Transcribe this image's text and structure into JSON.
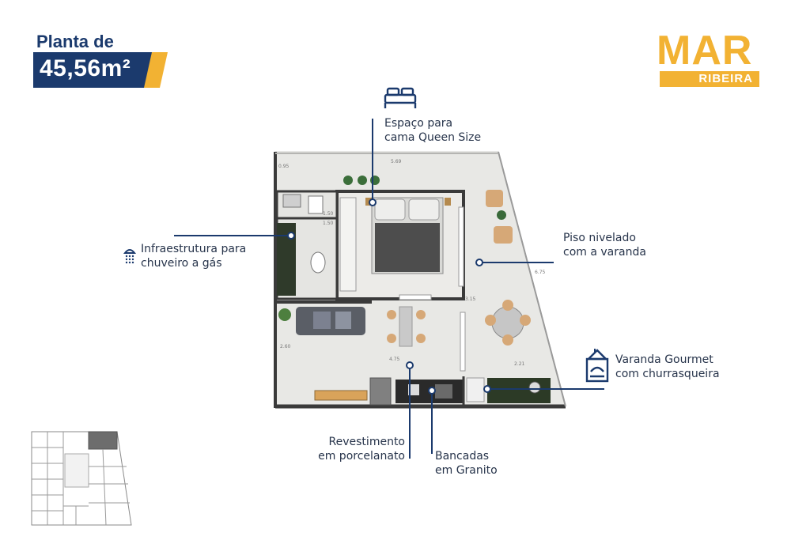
{
  "header": {
    "title": "Planta de",
    "area": "45,56m²"
  },
  "logo": {
    "main": "MAR",
    "sub": "RIBEIRA"
  },
  "colors": {
    "navy": "#1b3a6d",
    "gold": "#f2b233",
    "text": "#26334a",
    "floor": "#e6e6e3",
    "wall": "#3a3a3a"
  },
  "features": {
    "bed": {
      "line1": "Espaço para",
      "line2": "cama Queen Size",
      "icon": "bed-icon"
    },
    "shower": {
      "line1": "Infraestrutura para",
      "line2": "chuveiro a gás",
      "icon": "shower-icon"
    },
    "floor": {
      "line1": "Piso nivelado",
      "line2": "com a varanda"
    },
    "grill": {
      "line1": "Varanda Gourmet",
      "line2": "com churrasqueira",
      "icon": "grill-icon"
    },
    "tiles": {
      "line1": "Revestimento",
      "line2": "em porcelanato"
    },
    "counter": {
      "line1": "Bancadas",
      "line2": "em Granito"
    }
  },
  "dimensions": [
    "5.69",
    "0.95",
    "1.50",
    "1.50",
    "2.60",
    "3.15",
    "4.75",
    "2.21",
    "6.75"
  ]
}
